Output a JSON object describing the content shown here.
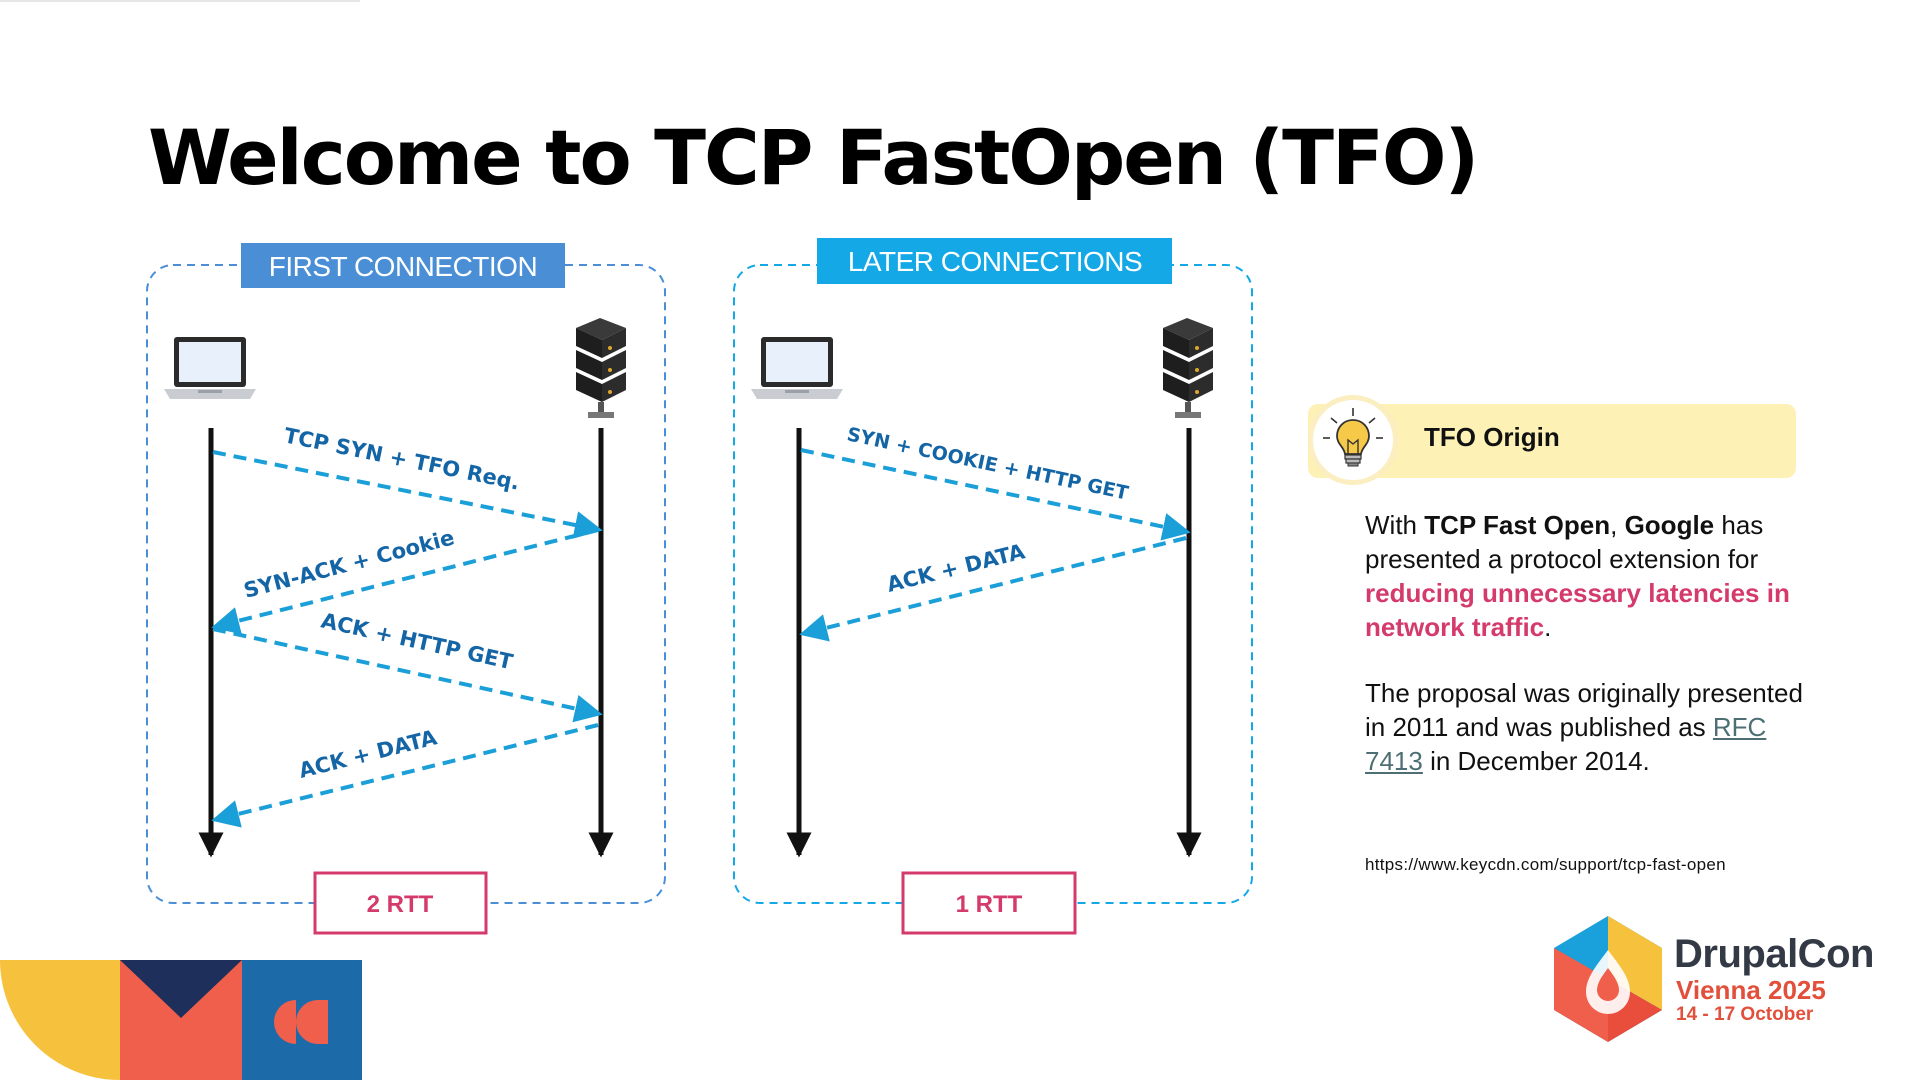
{
  "title": "Welcome to TCP FastOpen (TFO)",
  "colors": {
    "accent_blue": "#1b9fd8",
    "label_blue": "#1465a6",
    "header_first": "#4a8fd6",
    "header_later": "#14a8e6",
    "rtt_pink": "#d43a6b",
    "highlight_pink": "#d43a6b",
    "info_yellow": "#fdf1b6"
  },
  "diagrams": {
    "first": {
      "header": "FIRST CONNECTION",
      "messages": [
        "TCP SYN + TFO Req.",
        "SYN-ACK + Cookie",
        "ACK + HTTP GET",
        "ACK + DATA"
      ],
      "rtt": "2 RTT"
    },
    "later": {
      "header": "LATER CONNECTIONS",
      "messages": [
        "SYN + COOKIE + HTTP GET",
        "ACK + DATA"
      ],
      "rtt": "1 RTT"
    }
  },
  "info": {
    "title": "TFO Origin",
    "p1": {
      "t1": "With ",
      "b1": "TCP Fast Open",
      "t2": ", ",
      "b2": "Google",
      "t3": " has presented a protocol extension for ",
      "highlight": "reducing unnecessary latencies in network traffic",
      "t4": "."
    },
    "p2": {
      "t1": "The proposal was originally presented in 2011 and was published as ",
      "link": "RFC 7413",
      "t2": " in December 2014."
    },
    "source_url": "https://www.keycdn.com/support/tcp-fast-open"
  },
  "branding": {
    "name": "DrupalCon",
    "city": "Vienna 2025",
    "dates": "14 - 17 October"
  },
  "icons": [
    "laptop-icon",
    "server-icon",
    "lightbulb-icon",
    "drupal-logo-icon"
  ]
}
